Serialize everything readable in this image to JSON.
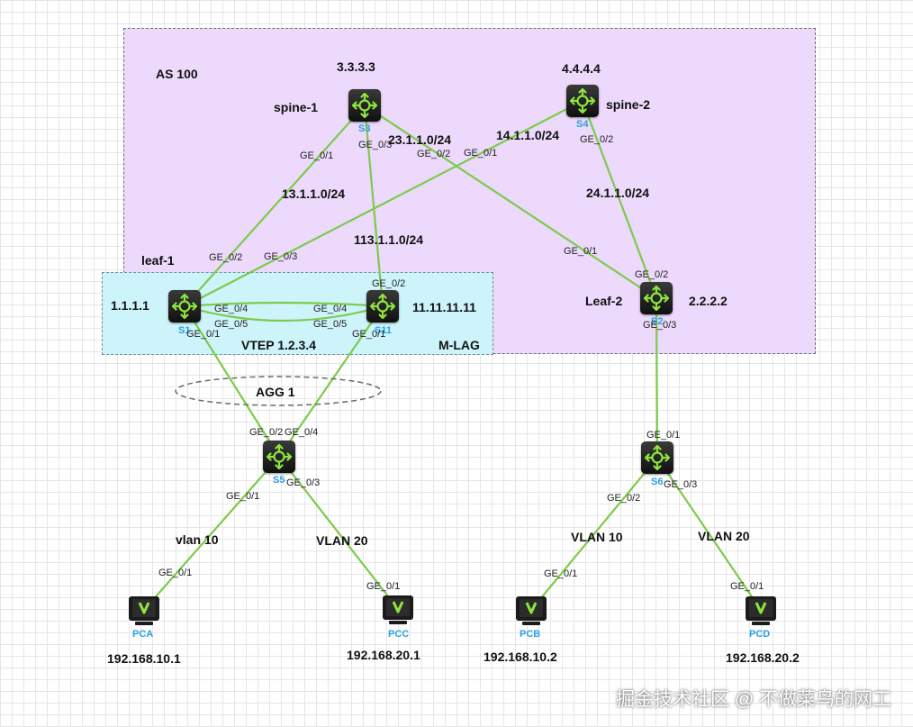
{
  "areas": {
    "as_label": "AS 100",
    "mlag_label": "M-LAG",
    "vtep_label": "VTEP 1.2.3.4",
    "agg_label": "AGG 1"
  },
  "devices": {
    "s3": {
      "name": "S3",
      "role": "spine-1",
      "ip": "3.3.3.3",
      "icon": "switch-icon"
    },
    "s4": {
      "name": "S4",
      "role": "spine-2",
      "ip": "4.4.4.4",
      "icon": "switch-icon"
    },
    "s1": {
      "name": "S1",
      "role": "leaf-1",
      "ip": "1.1.1.1",
      "icon": "switch-icon"
    },
    "s11": {
      "name": "S11",
      "ip": "11.11.11.11",
      "icon": "switch-icon"
    },
    "s2": {
      "name": "S2",
      "role": "Leaf-2",
      "ip": "2.2.2.2",
      "icon": "switch-icon"
    },
    "s5": {
      "name": "S5",
      "icon": "switch-icon"
    },
    "s6": {
      "name": "S6",
      "icon": "switch-icon"
    },
    "pca": {
      "name": "PCA",
      "ip": "192.168.10.1",
      "icon": "pc-icon"
    },
    "pcc": {
      "name": "PCC",
      "ip": "192.168.20.1",
      "icon": "pc-icon"
    },
    "pcb": {
      "name": "PCB",
      "ip": "192.168.10.2",
      "icon": "pc-icon"
    },
    "pcd": {
      "name": "PCD",
      "ip": "192.168.20.2",
      "icon": "pc-icon"
    }
  },
  "subnets": {
    "s1_s3": "13.1.1.0/24",
    "s11_s3": "113.1.1.0/24",
    "s2_s3": "23.1.1.0/24",
    "s1_s4": "14.1.1.0/24",
    "s2_s4": "24.1.1.0/24"
  },
  "vlans": {
    "pca": "vlan 10",
    "pcc": "VLAN 20",
    "pcb": "VLAN 10",
    "pcd": "VLAN 20"
  },
  "ports": {
    "s3_to_s1": "GE_0/1",
    "s3_to_s11": "GE_0/3",
    "s3_to_s2": "GE_0/2",
    "s4_to_s1": "GE_0/1",
    "s4_to_s2": "GE_0/2",
    "s1_to_s3": "GE_0/2",
    "s1_to_s4": "GE_0/3",
    "s11_to_s3": "GE_0/2",
    "s1_peer_a": "GE_0/4",
    "s1_peer_b": "GE_0/5",
    "s11_peer_a": "GE_0/4",
    "s11_peer_b": "GE_0/5",
    "s1_to_s5": "GE_0/1",
    "s11_to_s5": "GE_0/1",
    "s2_to_s3": "GE_0/1",
    "s2_to_s4": "GE_0/2",
    "s2_to_s6": "GE_0/3",
    "s5_to_s1": "GE_0/2",
    "s5_to_s11": "GE_0/4",
    "s5_to_pca": "GE_0/1",
    "s5_to_pcc": "GE_0/3",
    "pca_port": "GE_0/1",
    "pcc_port": "GE_0/1",
    "s6_to_s2": "GE_0/1",
    "s6_to_pcb": "GE_0/2",
    "s6_to_pcd": "GE_0/3",
    "pcb_port": "GE_0/1",
    "pcd_port": "GE_0/1"
  },
  "colors": {
    "link": "#7ccb4a",
    "as_zone": "#ecd9fb",
    "mlag_zone": "#cdf4fb",
    "device_name": "#2aa0e0",
    "switch_arrows": "#8ee63c"
  },
  "watermark": "掘金技术社区 @ 不做菜鸟的网工"
}
